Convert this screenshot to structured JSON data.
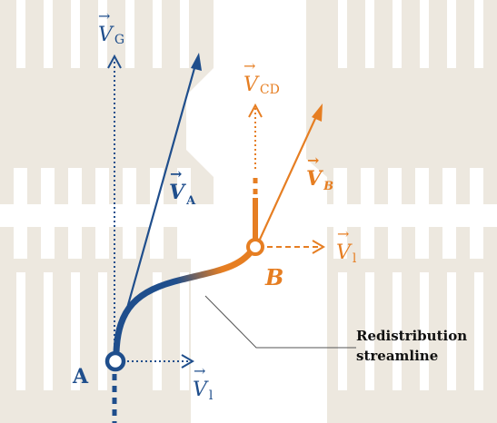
{
  "colors": {
    "background": "#ffffff",
    "channel": "#ede8df",
    "blue": "#1f4e8c",
    "orange": "#e67e22",
    "leader": "#555555",
    "text": "#111111"
  },
  "labels": {
    "vg": {
      "arrow": "→",
      "main": "V",
      "sub": "G"
    },
    "va": {
      "arrow": "→",
      "main": "V",
      "sub": "A"
    },
    "vcd": {
      "arrow": "→",
      "main": "V",
      "sub": "CD"
    },
    "vb": {
      "arrow": "→",
      "main": "V",
      "sub": "B"
    },
    "vl_top": {
      "arrow": "→",
      "main": "V",
      "sub": "l"
    },
    "vl_bottom": {
      "arrow": "→",
      "main": "V",
      "sub": "l"
    },
    "point_a": "A",
    "point_b": "B",
    "callout_line1": "Redistribution",
    "callout_line2": "streamline"
  }
}
